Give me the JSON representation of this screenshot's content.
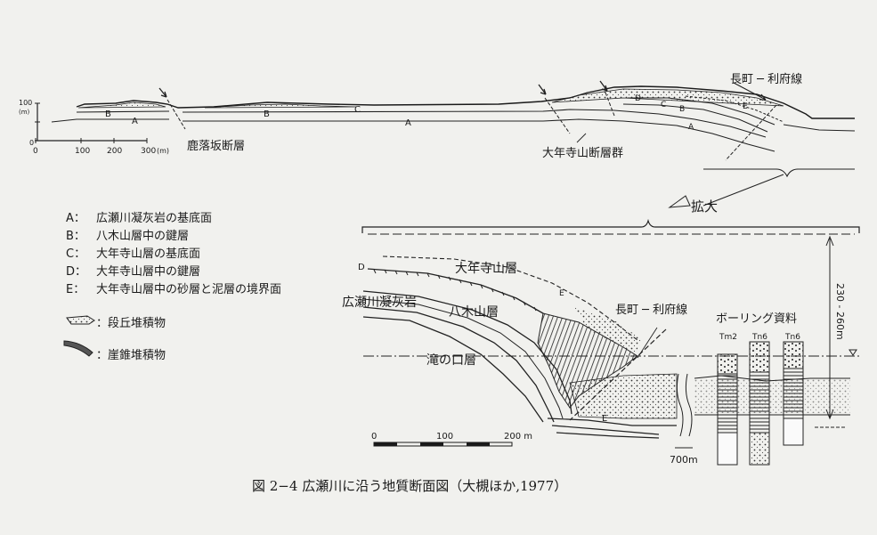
{
  "top_section": {
    "axis_top_label": "100",
    "axis_unit_label": "(m)",
    "axis_zero_label": "0",
    "scale_ticks": [
      "0",
      "100",
      "200",
      "300"
    ],
    "scale_unit": "(m)",
    "layer_labels": {
      "b_left": "B",
      "a_left": "A",
      "b_mid": "B",
      "c_mid": "C",
      "a_mid": "A",
      "d_right": "D",
      "c_right": "C",
      "b_right": "B",
      "e_right": "E",
      "a_right": "A"
    },
    "fault_kanoko": "鹿落坂断層",
    "fault_onenji": "大年寺山断層群",
    "line_nagamachi": "長町 ─ 利府線",
    "enlarge_label": "拡大"
  },
  "legend": {
    "items": [
      {
        "key": "A：",
        "text": "広瀬川凝灰岩の基底面"
      },
      {
        "key": "B：",
        "text": "八木山層中の鍵層"
      },
      {
        "key": "C：",
        "text": "大年寺山層の基底面"
      },
      {
        "key": "D：",
        "text": "大年寺山層中の鍵層"
      },
      {
        "key": "E：",
        "text": "大年寺山層中の砂層と泥層の境界面"
      }
    ],
    "symbols": [
      {
        "text": "：段丘堆積物"
      },
      {
        "text": "：崖錐堆積物"
      }
    ]
  },
  "detail_section": {
    "layer_onenji": "大年寺山層",
    "layer_hirose": "広瀬川凝灰岩",
    "layer_yagiyama": "八木山層",
    "layer_takinokuchi": "滝の口層",
    "label_d": "D",
    "label_e_top": "E",
    "label_e_bottom": "E",
    "line_nagamachi": "長町 ─ 利府線",
    "boring_title": "ボーリング資料",
    "boring_ids": [
      "Tm2",
      "Tn6",
      "Tn6"
    ],
    "height_range": "230 - 260m",
    "scale_ticks": [
      "0",
      "100",
      "200 m"
    ],
    "gap_distance": "700m"
  },
  "caption": "図 2−4   広瀬川に沿う地質断面図（大槻ほか,1977）"
}
